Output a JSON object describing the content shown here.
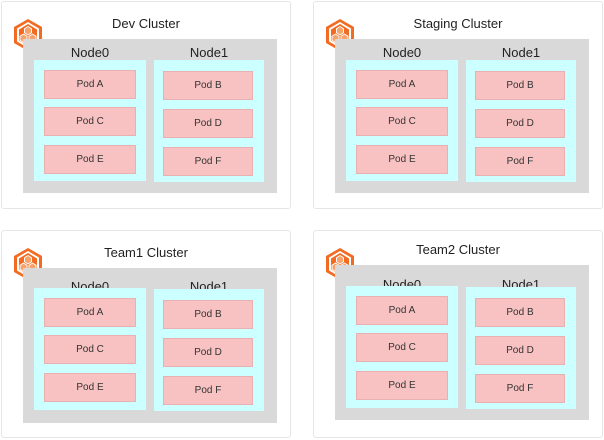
{
  "clusters": [
    {
      "name": "Dev Cluster",
      "nodes": [
        {
          "label": "Node0",
          "pods": [
            "Pod A",
            "Pod C",
            "Pod E"
          ]
        },
        {
          "label": "Node1",
          "pods": [
            "Pod B",
            "Pod D",
            "Pod F"
          ]
        }
      ]
    },
    {
      "name": "Staging Cluster",
      "nodes": [
        {
          "label": "Node0",
          "pods": [
            "Pod A",
            "Pod C",
            "Pod E"
          ]
        },
        {
          "label": "Node1",
          "pods": [
            "Pod B",
            "Pod D",
            "Pod F"
          ]
        }
      ]
    },
    {
      "name": "Team1 Cluster",
      "nodes": [
        {
          "label": "Node0",
          "pods": [
            "Pod A",
            "Pod C",
            "Pod E"
          ]
        },
        {
          "label": "Node1",
          "pods": [
            "Pod B",
            "Pod D",
            "Pod F"
          ]
        }
      ]
    },
    {
      "name": "Team2 Cluster",
      "nodes": [
        {
          "label": "Node0",
          "pods": [
            "Pod A",
            "Pod C",
            "Pod E"
          ]
        },
        {
          "label": "Node1",
          "pods": [
            "Pod B",
            "Pod D",
            "Pod F"
          ]
        }
      ]
    }
  ],
  "icon": "cluster-cube-icon",
  "colors": {
    "icon_orange": "#f26b21",
    "node_area": "#d9d9d9",
    "node": "#ccffff",
    "pod": "#f8c2c2"
  }
}
